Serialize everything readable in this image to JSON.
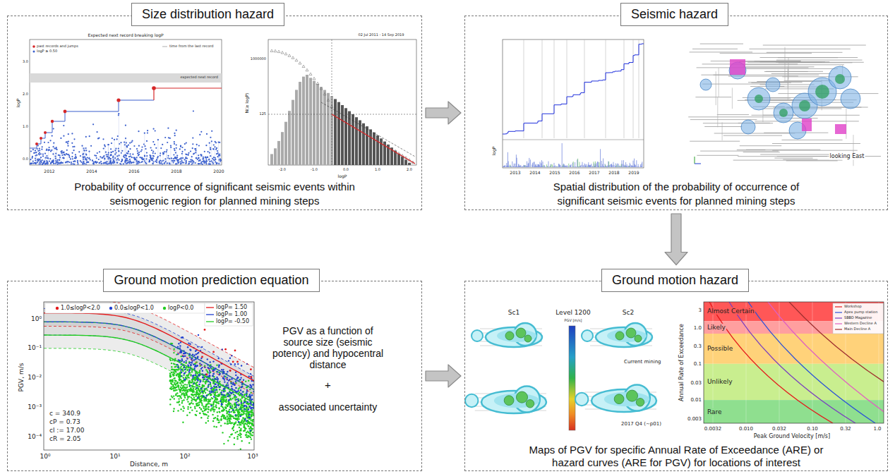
{
  "diagram": {
    "nodes": [
      {
        "text": [
          "Probability of occurrence of significant seismic events within seismogenic region for planned mining steps"
        ]
      },
      {
        "text": [
          "Size distribution hazard"
        ],
        "in": 0
      },
      {
        "text": [
          "Spatial distribution of the probability of occurrence of significant seismic events for planned mining steps"
        ]
      },
      {
        "text": [
          "Seismic hazard"
        ],
        "in": 2
      },
      {
        "text": [
          "PGV as a function of source size (seismic potency) and hypocentral distance",
          "+",
          "associated uncertainty"
        ]
      },
      {
        "text": [
          "Ground motion prediction equation"
        ],
        "in": 4
      },
      {
        "text": [
          "Maps of PGV for specific Annual Rate of Exceedance (ARE) or hazard curves (ARE for PGV) for locations of interest"
        ]
      },
      {
        "text": [
          "Ground motion hazard"
        ],
        "in": 6
      }
    ],
    "edges": [
      {
        "from": 0,
        "to": 2,
        "arrow": "to"
      },
      {
        "from": 2,
        "to": 6,
        "arrow": "to"
      },
      {
        "from": 4,
        "to": 6,
        "arrow": "to"
      }
    ],
    "labels": [
      "Expected next record breaking logP",
      "past records and jumps",
      "logP ≥ 0.50",
      "time from the last record",
      "expected next record",
      "logP",
      "0.0",
      "1.0",
      "2.0",
      "3.0",
      "2012",
      "2014",
      "2016",
      "2018",
      "2020",
      "02 Jul 2011 - 14 Sep 2019",
      "N(≥ logP)",
      "1000000",
      "125",
      "logP",
      "-2.0",
      "-1.0",
      "0.0",
      "1.0",
      "2.0",
      "logP",
      "2013",
      "2014",
      "2015",
      "2016",
      "2017",
      "2018",
      "2019",
      "looking East",
      "1.0≤logP<2.0",
      "0.0≤logP<1.0",
      "logP<0.0",
      "logP= 1.50",
      "logP= 1.00",
      "logP= -0.50",
      "PGV, m/s",
      "Distance, m",
      "10⁰",
      "10⁻¹",
      "10⁻²",
      "10⁻³",
      "10⁻⁴",
      "10⁰",
      "10¹",
      "10²",
      "10³",
      "c = 340.9",
      "cP = 0.73",
      "cl := 17.00",
      "cR = 2.05",
      "Sc1",
      "Level 1200",
      "Sc2",
      "PGV [m/s]",
      "Current mining",
      "2017 Q4 (~p01)",
      "Almost Certain",
      "Likely",
      "Possible",
      "Unlikely",
      "Rare",
      "Annual Rate of Exceedance",
      "3",
      "1.0",
      "0.3",
      "0.1",
      "0.03",
      "0.01",
      "0.003",
      "0.0032",
      "0.010",
      "0.032",
      "0.10",
      "0.32",
      "1.0",
      "Peak Ground Velocity [m/s]"
    ],
    "legend": [
      {
        "text": "Workshop"
      },
      {
        "text": "Apex pump station"
      },
      {
        "text": "SBBD Magazine"
      },
      {
        "text": "Western Decline A"
      },
      {
        "text": "Main Decline A"
      }
    ]
  }
}
